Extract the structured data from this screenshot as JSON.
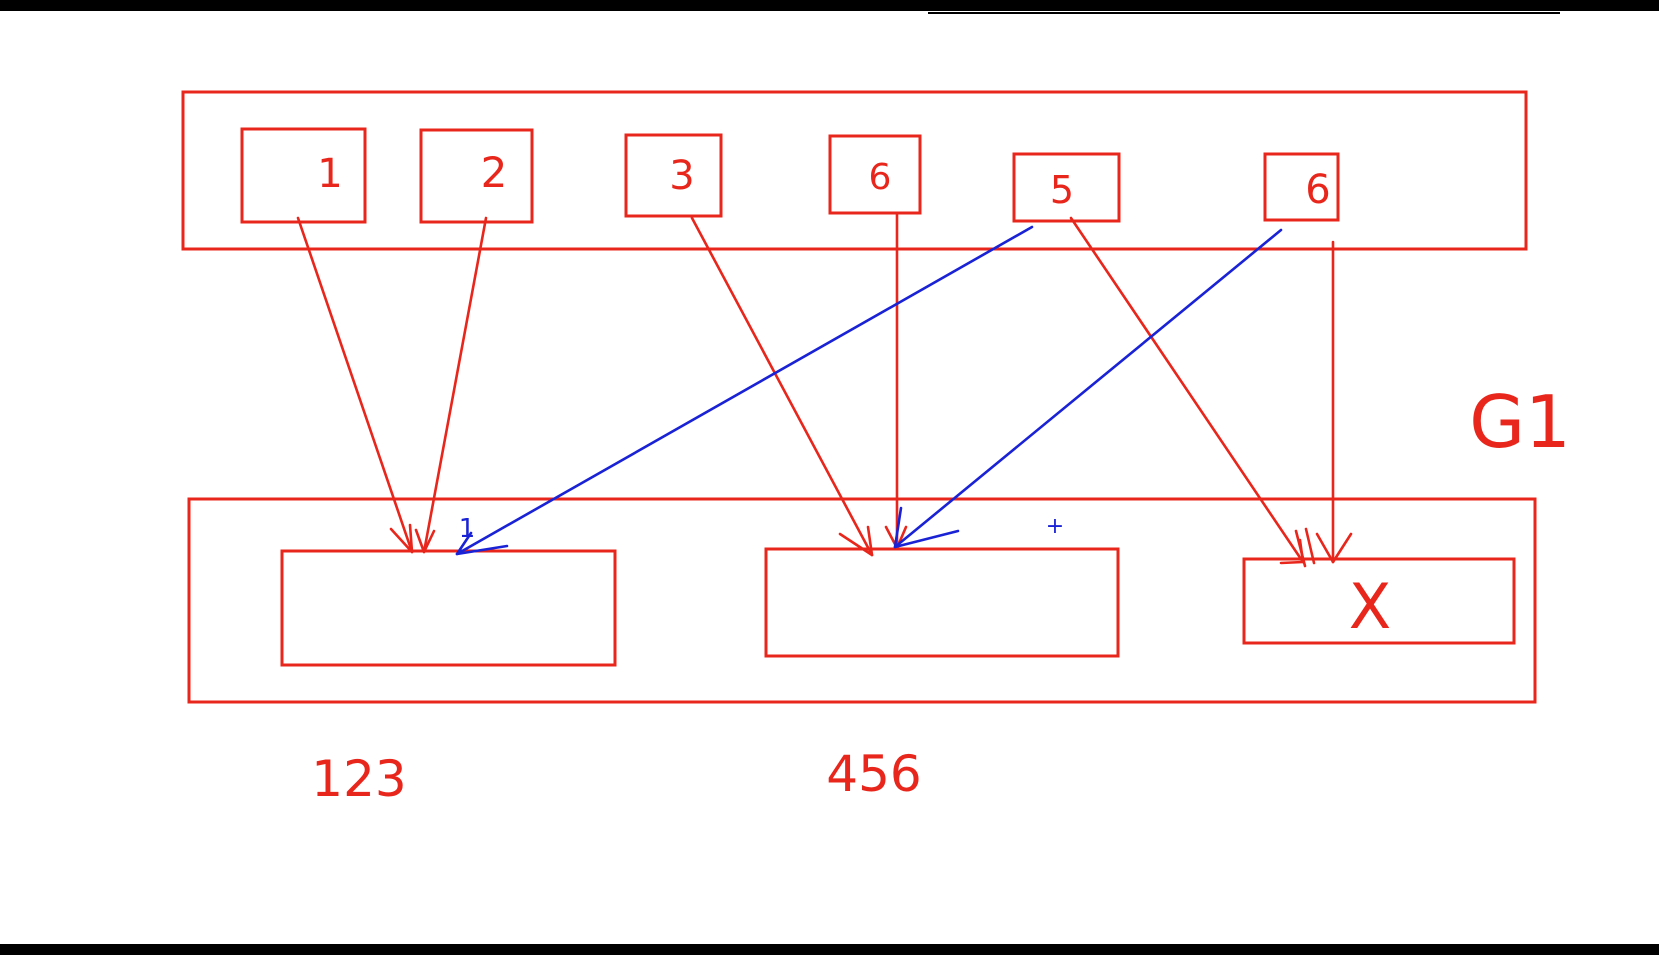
{
  "colors": {
    "ink_red": "#e8261b",
    "ink_blue": "#1a22d6",
    "frame_bar": "#000000",
    "background": "#ffffff"
  },
  "top_container": {
    "items": [
      {
        "label": "1"
      },
      {
        "label": "2"
      },
      {
        "label": "3"
      },
      {
        "label": "6"
      },
      {
        "label": "5"
      },
      {
        "label": "6"
      }
    ]
  },
  "bottom_container": {
    "slots": [
      {
        "label": ""
      },
      {
        "label": ""
      },
      {
        "label": "X"
      }
    ]
  },
  "annotations": {
    "side_label": "G1",
    "group_a": "123",
    "group_b": "456",
    "stray_blue_mark": "1",
    "cursor_mark": "+"
  }
}
